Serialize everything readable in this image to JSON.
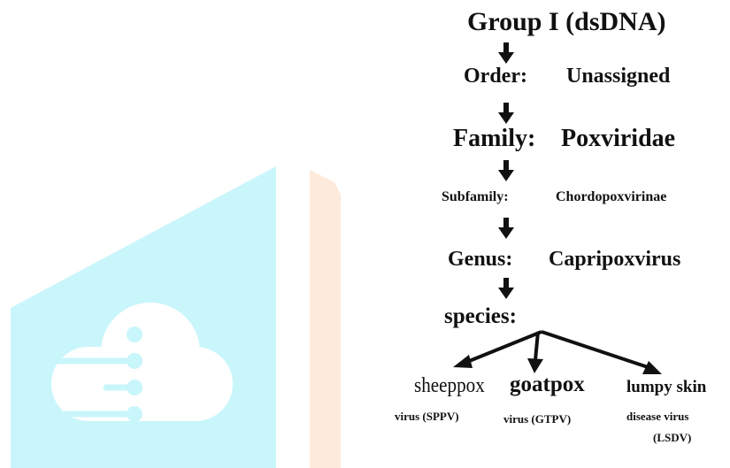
{
  "colors": {
    "watermark_cyan": "#c9f6fb",
    "watermark_peach": "#fdeadb",
    "text": "#111111"
  },
  "title": "Group I (dsDNA)",
  "order": {
    "label": "Order:",
    "value": "Unassigned"
  },
  "family": {
    "label": "Family:",
    "value": "Poxviridae"
  },
  "subfamily": {
    "label": "Subfamily:",
    "value": "Chordopoxvirinae"
  },
  "genus": {
    "label": "Genus:",
    "value": "Capripoxvirus"
  },
  "species": {
    "label": "species:",
    "items": [
      {
        "name": "sheeppox",
        "line1": "virus (SPPV)"
      },
      {
        "name": "goatpox",
        "line1": "virus (GTPV)"
      },
      {
        "name": "lumpy skin",
        "line1": "disease virus",
        "line2": "(LSDV)"
      }
    ]
  }
}
